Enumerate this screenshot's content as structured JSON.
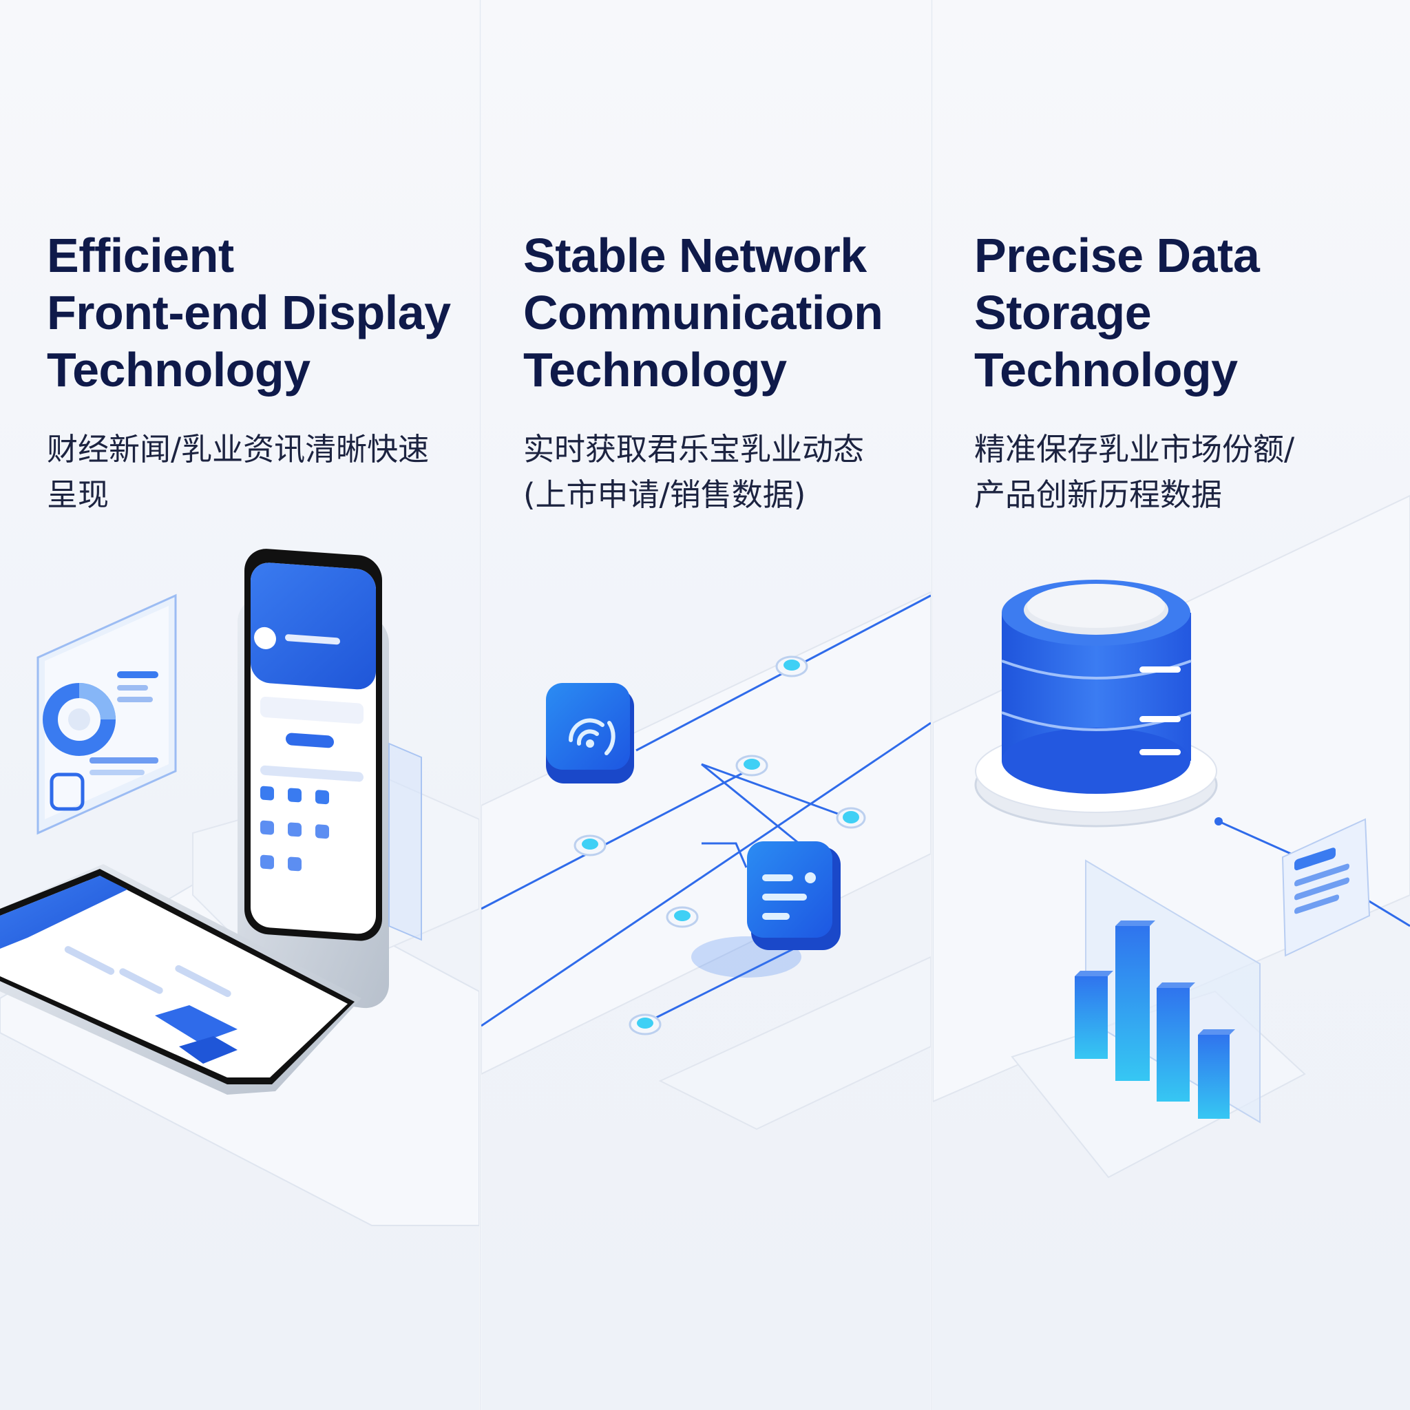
{
  "panels": [
    {
      "title_lines": [
        "Efficient",
        "Front-end Display",
        "Technology"
      ],
      "subtitle_lines": [
        "财经新闻/乳业资讯清晰快速",
        "呈现"
      ]
    },
    {
      "title_lines": [
        "Stable Network",
        "Communication",
        "Technology"
      ],
      "subtitle_lines": [
        "实时获取君乐宝乳业动态",
        "(上市申请/销售数据)"
      ]
    },
    {
      "title_lines": [
        "Precise Data",
        "Storage",
        "Technology"
      ],
      "subtitle_lines": [
        "精准保存乳业市场份额/",
        "产品创新历程数据"
      ]
    }
  ],
  "colors": {
    "title": "#0f1a4a",
    "subtitle": "#1c2340",
    "accent_blue": "#2f6bea",
    "accent_cyan": "#27c3f0",
    "background": "#f3f5fa"
  },
  "icons": {
    "panel1": [
      "smartphone-icon",
      "tablet-dashboard-icon",
      "donut-chart-icon"
    ],
    "panel2": [
      "signal-node-icon",
      "data-node-icon",
      "network-line-icon"
    ],
    "panel3": [
      "database-icon",
      "bar-chart-icon",
      "document-card-icon"
    ]
  }
}
